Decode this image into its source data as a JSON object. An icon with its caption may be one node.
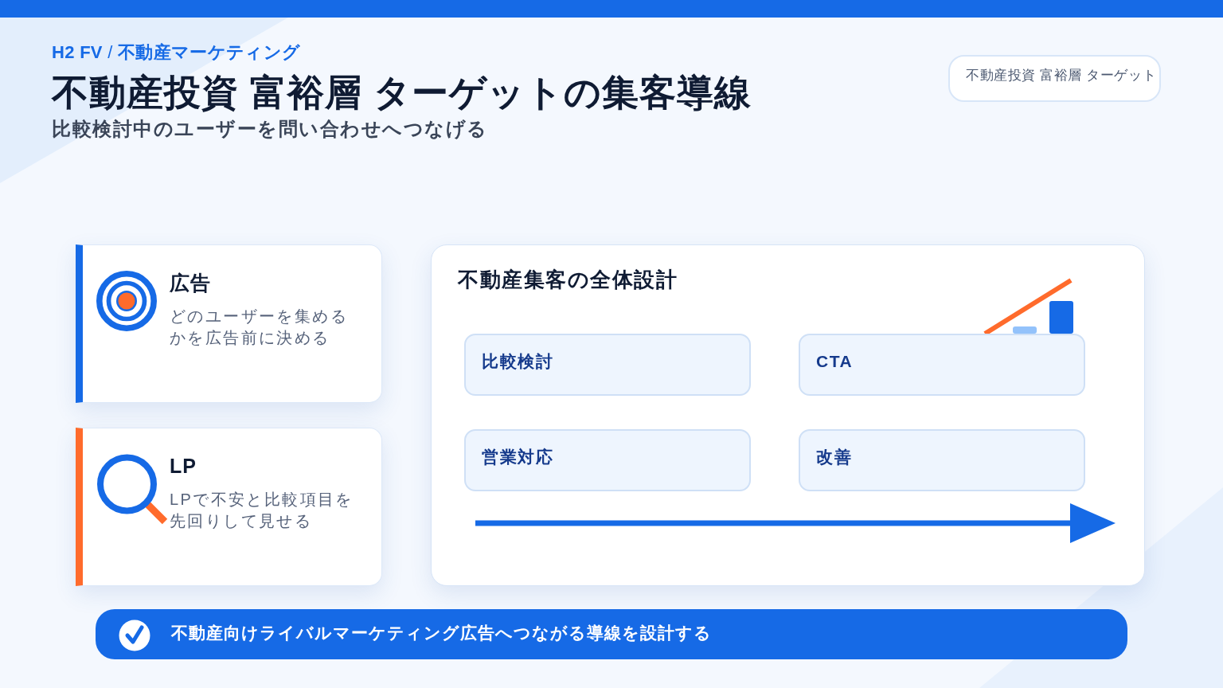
{
  "diagram": {
    "title": "不動産投資 富裕層 ターゲットの集客導線",
    "nodes": [
      {
        "text": [
          "不動産投資 富裕層 ターゲット"
        ]
      },
      {
        "text": [
          "広告",
          "どのユーザーを集めるかを広告前に決める"
        ]
      },
      {
        "text": [
          "LP",
          "LPで不安と比較項目を先回りして見せる"
        ]
      },
      {
        "text": [
          "不動産集客の全体設計"
        ]
      },
      {
        "text": [
          "比較検討"
        ],
        "in": 3
      },
      {
        "text": [
          "CTA"
        ],
        "in": 3
      },
      {
        "text": [
          "営業対応"
        ],
        "in": 3
      },
      {
        "text": [
          "改善"
        ],
        "in": 3
      },
      {
        "text": [
          "不動産向けライバルマーケティング広告へつながる導線を設計する"
        ]
      }
    ],
    "labels": [
      "**H2 FV** / **不動産マーケティング**",
      "比較検討中のユーザーを問い合わせへつなげる"
    ]
  }
}
